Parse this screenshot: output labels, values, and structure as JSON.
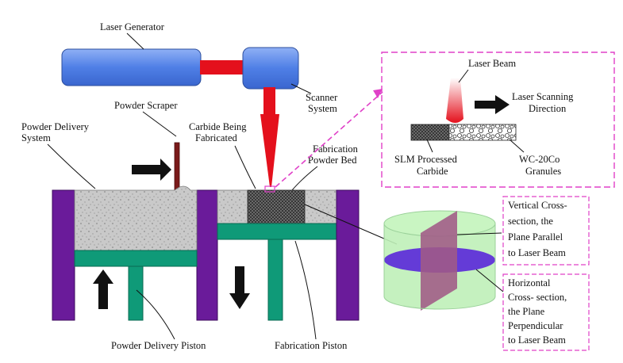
{
  "labels": {
    "laser_generator": "Laser Generator",
    "scanner_1": "Scanner",
    "scanner_2": "System",
    "powder_scraper": "Powder Scraper",
    "powder_delivery_system_1": "Powder Delivery",
    "powder_delivery_system_2": "System",
    "carbide_fabricated_1": "Carbide Being",
    "carbide_fabricated_2": "Fabricated",
    "fabrication_bed_1": "Fabrication",
    "fabrication_bed_2": "Powder Bed",
    "powder_delivery_piston": "Powder Delivery Piston",
    "fabrication_piston": "Fabrication Piston"
  },
  "inset": {
    "laser_beam": "Laser Beam",
    "scan_dir_1": "Laser Scanning",
    "scan_dir_2": "Direction",
    "slm_1": "SLM Processed",
    "slm_2": "Carbide",
    "wc_1": "WC-20Co",
    "wc_2": "Granules"
  },
  "vertical_section": [
    "Vertical Cross-",
    "section, the",
    "Plane Parallel",
    "to Laser Beam"
  ],
  "horizontal_section": [
    "Horizontal",
    "Cross- section,",
    "the Plane",
    "Perpendicular",
    "to Laser Beam"
  ],
  "colors": {
    "laser_body": "#5b86e5",
    "laser_red": "#e4101c",
    "machine_purple": "#6a1b9a",
    "piston_green": "#0f9a78",
    "inset_border": "#e040c8",
    "cylinder_green": "#9be39a",
    "horizontal_plane": "#5b2bd9",
    "vertical_plane": "#a05a86"
  }
}
